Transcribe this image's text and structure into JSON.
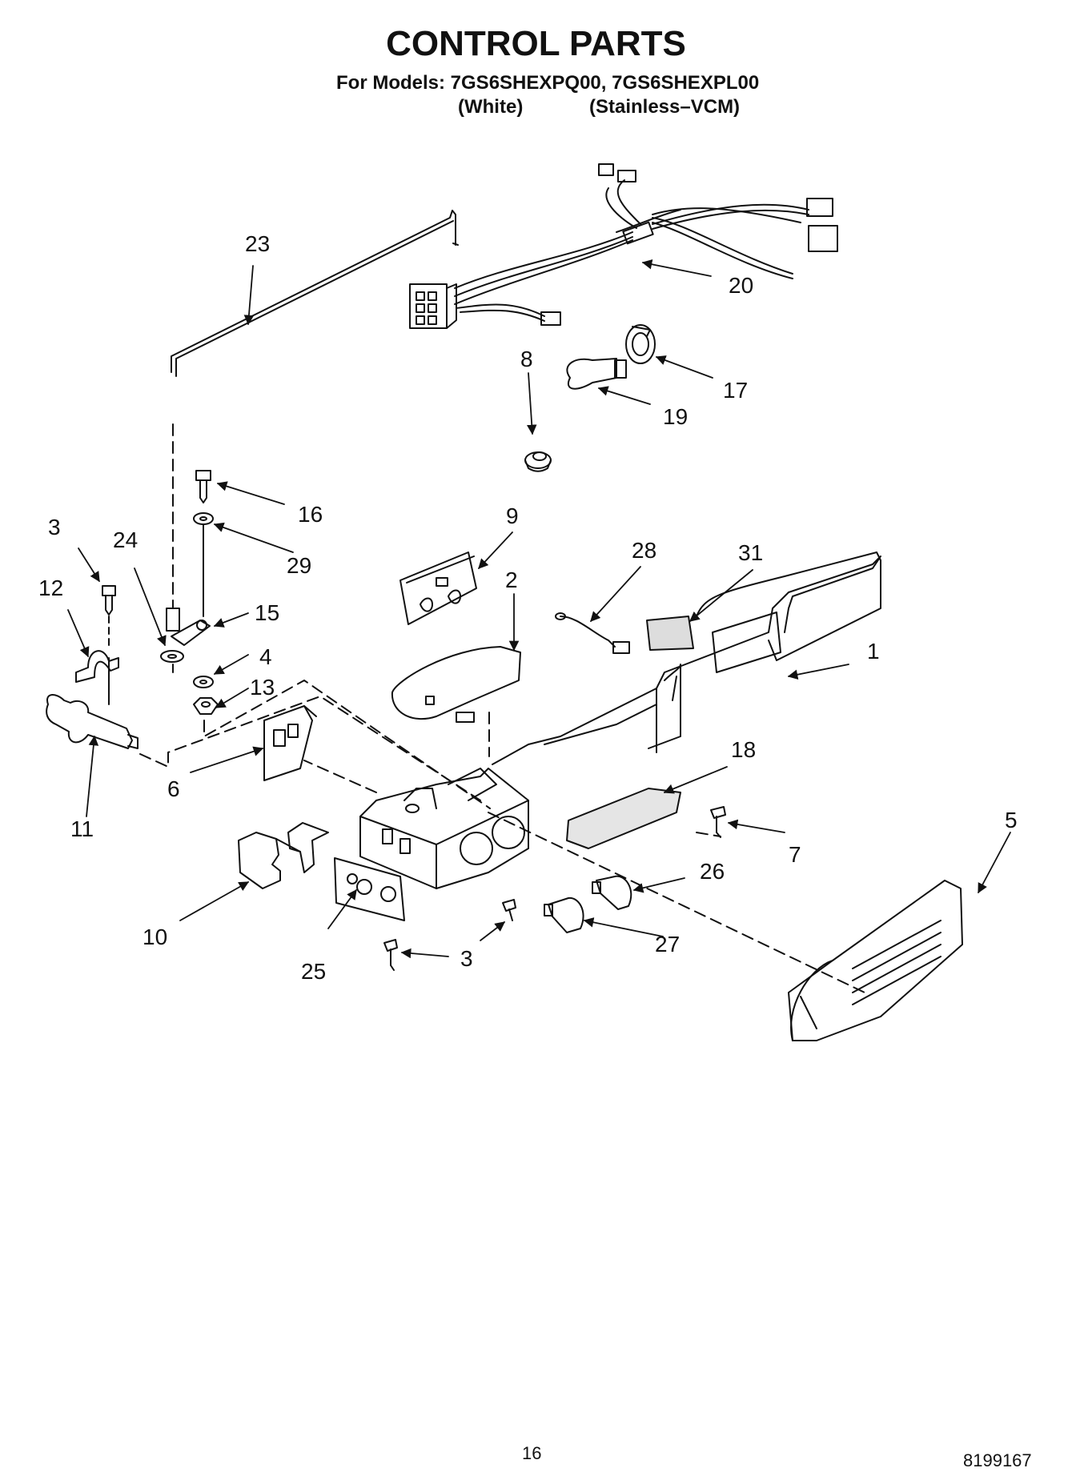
{
  "header": {
    "title": "CONTROL PARTS",
    "models_line": "For Models: 7GS6SHEXPQ00, 7GS6SHEXPL00",
    "variant_white": "(White)",
    "variant_stainless": "(Stainless–VCM)"
  },
  "callouts": [
    "23",
    "20",
    "8",
    "17",
    "19",
    "16",
    "29",
    "3",
    "24",
    "12",
    "15",
    "4",
    "13",
    "9",
    "2",
    "28",
    "31",
    "1",
    "11",
    "6",
    "18",
    "7",
    "5",
    "26",
    "10",
    "25",
    "3",
    "27"
  ],
  "footer": {
    "page_number": "16",
    "document_number": "8199167"
  }
}
